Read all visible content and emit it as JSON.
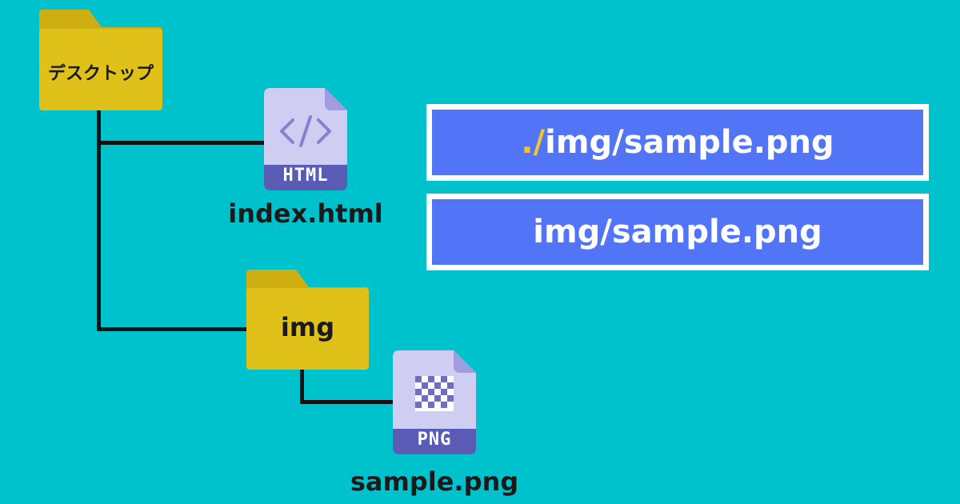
{
  "tree": {
    "root_folder": {
      "label": "デスクトップ",
      "icon": "folder-icon"
    },
    "html_file": {
      "tag": "HTML",
      "caption": "index.html",
      "icon": "html-file-icon",
      "symbol": "</>"
    },
    "img_folder": {
      "label": "img",
      "icon": "folder-icon"
    },
    "png_file": {
      "tag": "PNG",
      "caption": "sample.png",
      "icon": "png-file-icon"
    }
  },
  "paths": {
    "relative_dot": {
      "prefix": "./",
      "rest": "img/sample.png"
    },
    "relative_plain": {
      "text": "img/sample.png"
    }
  },
  "colors": {
    "background": "#00c2cc",
    "folder": "#e0c11a",
    "folder_tab": "#cfae12",
    "file_body": "#cfcdf2",
    "file_tag": "#5a5bb5",
    "path_box": "#5274f7",
    "path_prefix": "#f4c430"
  }
}
